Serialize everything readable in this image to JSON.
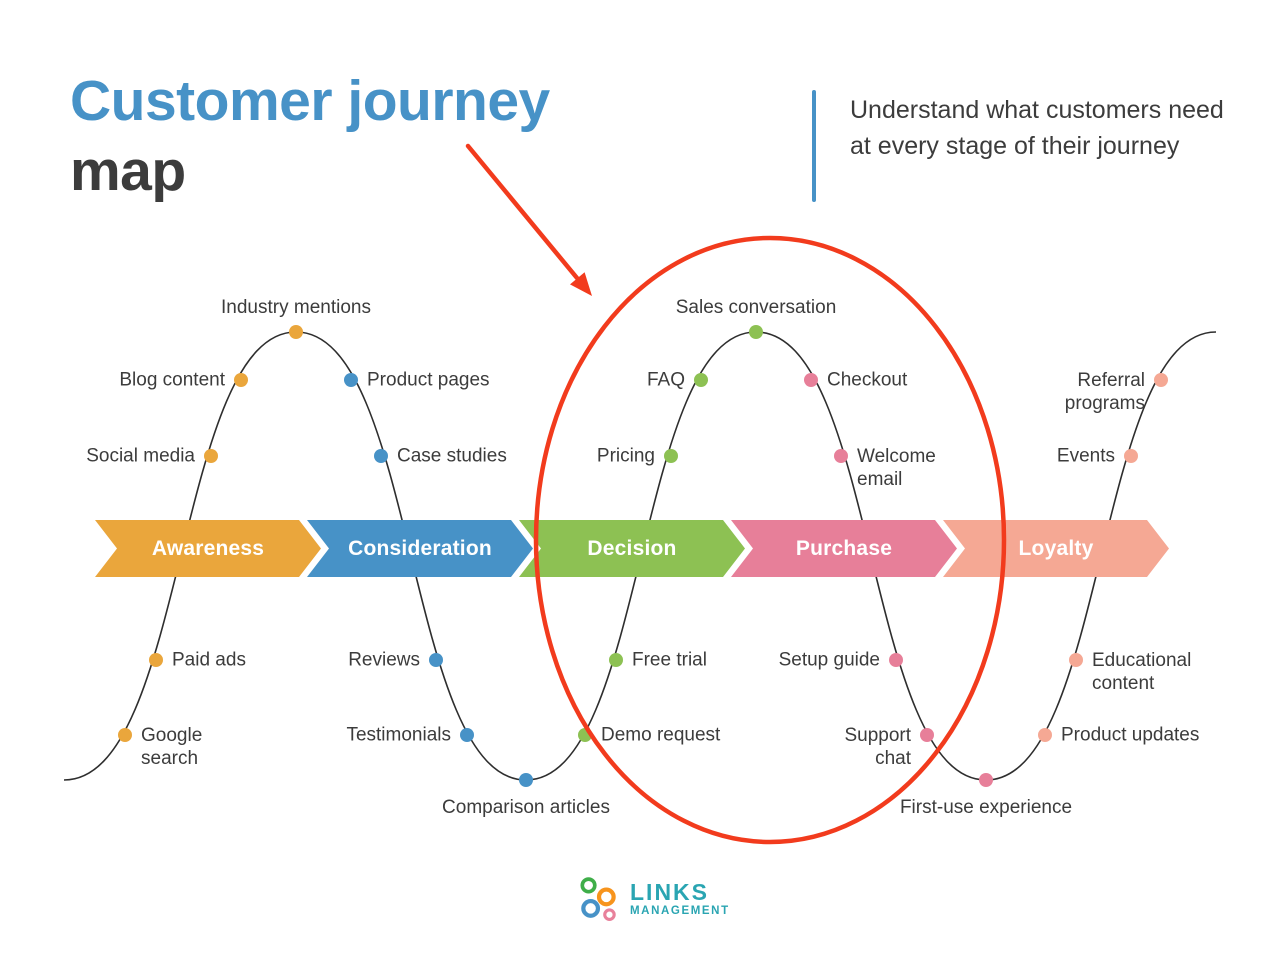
{
  "title": {
    "line1": "Customer journey",
    "line2": "map"
  },
  "subtitle": "Understand what customers need at every stage of their journey",
  "colors": {
    "accent-blue": "#4792C7",
    "accent-red": "#F23B1D",
    "text-dark": "#3C3C3C",
    "curve": "#2E2E2E",
    "logo-teal": "#2AA5B2"
  },
  "stages": [
    {
      "key": "awareness",
      "label": "Awareness",
      "color": "#EAA63C"
    },
    {
      "key": "consideration",
      "label": "Consideration",
      "color": "#4792C7"
    },
    {
      "key": "decision",
      "label": "Decision",
      "color": "#8DC153"
    },
    {
      "key": "purchase",
      "label": "Purchase",
      "color": "#E77F99"
    },
    {
      "key": "loyalty",
      "label": "Loyalty",
      "color": "#F5A894"
    }
  ],
  "stations": [
    {
      "label": "Google search",
      "stage": "awareness"
    },
    {
      "label": "Paid ads",
      "stage": "awareness"
    },
    {
      "label": "Social media",
      "stage": "awareness"
    },
    {
      "label": "Blog content",
      "stage": "awareness"
    },
    {
      "label": "Industry mentions",
      "stage": "awareness"
    },
    {
      "label": "Product pages",
      "stage": "consideration"
    },
    {
      "label": "Case studies",
      "stage": "consideration"
    },
    {
      "label": "Reviews",
      "stage": "consideration"
    },
    {
      "label": "Testimonials",
      "stage": "consideration"
    },
    {
      "label": "Comparison articles",
      "stage": "consideration"
    },
    {
      "label": "Demo request",
      "stage": "decision"
    },
    {
      "label": "Free trial",
      "stage": "decision"
    },
    {
      "label": "Pricing",
      "stage": "decision"
    },
    {
      "label": "FAQ",
      "stage": "decision"
    },
    {
      "label": "Sales conversation",
      "stage": "decision"
    },
    {
      "label": "Checkout",
      "stage": "purchase"
    },
    {
      "label": "Welcome email",
      "stage": "purchase"
    },
    {
      "label": "Setup guide",
      "stage": "purchase"
    },
    {
      "label": "Support chat",
      "stage": "purchase"
    },
    {
      "label": "First-use experience",
      "stage": "purchase"
    },
    {
      "label": "Product updates",
      "stage": "loyalty"
    },
    {
      "label": "Educational content",
      "stage": "loyalty"
    },
    {
      "label": "Events",
      "stage": "loyalty"
    },
    {
      "label": "Referral programs",
      "stage": "loyalty"
    }
  ],
  "logo": {
    "line1": "LINKS",
    "line2": "MANAGEMENT"
  }
}
